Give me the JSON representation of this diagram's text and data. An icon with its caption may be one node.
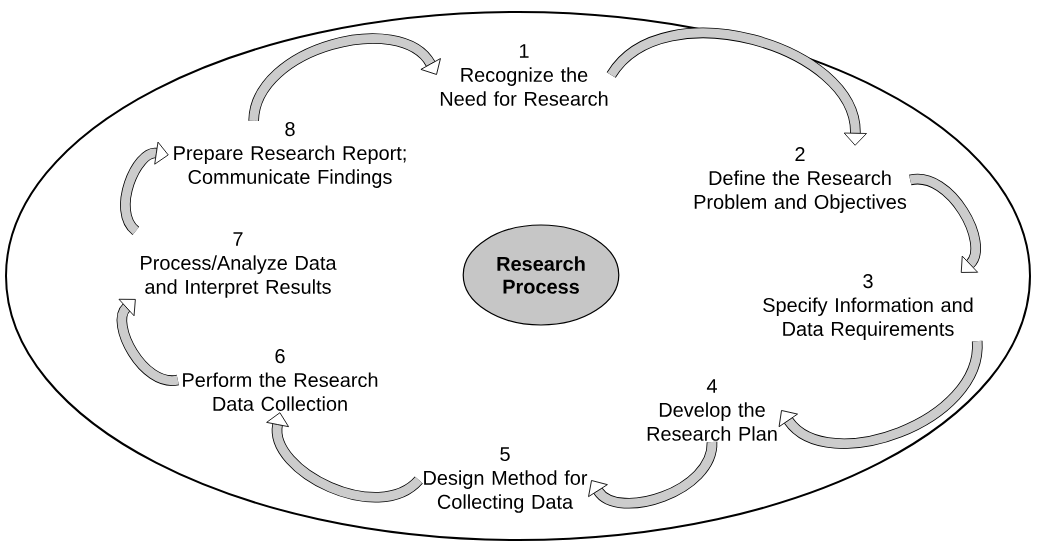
{
  "diagram": {
    "nodes": [
      {
        "text": [
          "1",
          "Recognize the Need for Research"
        ]
      },
      {
        "text": [
          "2",
          "Define the Research Problem and Objectives"
        ]
      },
      {
        "text": [
          "3",
          "Specify Information and Data Requirements"
        ]
      },
      {
        "text": [
          "4",
          "Develop the Research Plan"
        ]
      },
      {
        "text": [
          "5",
          "Design Method for Collecting Data"
        ]
      },
      {
        "text": [
          "6",
          "Perform the Research Data Collection"
        ]
      },
      {
        "text": [
          "7",
          "Process/Analyze Data and Interpret Results"
        ]
      },
      {
        "text": [
          "8",
          "Prepare Research Report; Communicate Findings"
        ]
      },
      {
        "text": [
          "Research Process"
        ]
      }
    ],
    "edges": [
      {
        "from": 7,
        "to": 0,
        "arrow": "to"
      },
      {
        "from": 0,
        "to": 1,
        "arrow": "to"
      },
      {
        "from": 1,
        "to": 2,
        "arrow": "to"
      },
      {
        "from": 2,
        "to": 3,
        "arrow": "to"
      },
      {
        "from": 3,
        "to": 4,
        "arrow": "to"
      },
      {
        "from": 4,
        "to": 5,
        "arrow": "to"
      },
      {
        "from": 5,
        "to": 6,
        "arrow": "to"
      },
      {
        "from": 6,
        "to": 7,
        "arrow": "to"
      }
    ]
  }
}
